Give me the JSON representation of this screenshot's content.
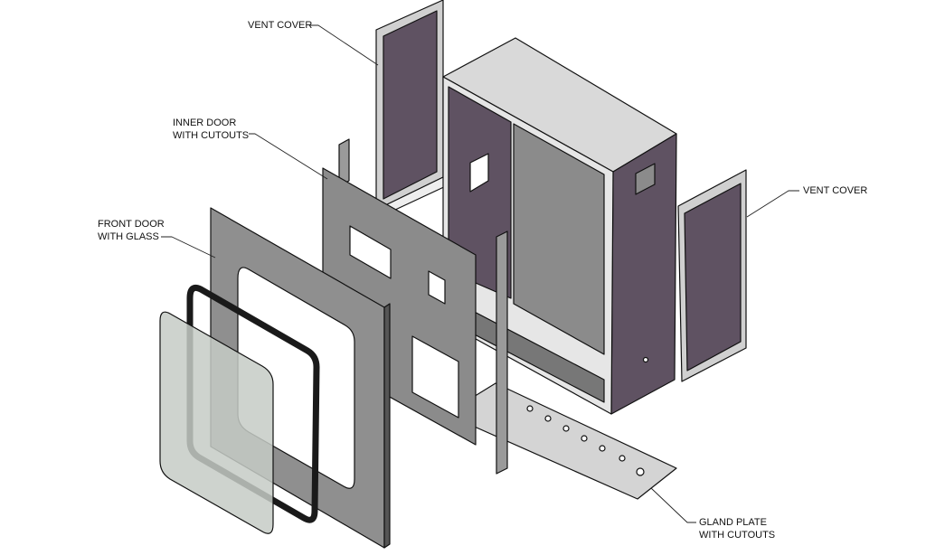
{
  "labels": {
    "vent_cover_left": "VENT COVER",
    "inner_door_1": "INNER DOOR",
    "inner_door_2": "WITH CUTOUTS",
    "front_door_1": "FRONT DOOR",
    "front_door_2": "WITH GLASS",
    "vent_cover_right": "VENT COVER",
    "gland_plate_1": "GLAND PLATE",
    "gland_plate_2": "WITH CUTOUTS"
  },
  "colors": {
    "panel_purple": "#5f5262",
    "panel_gray": "#8b8b8b",
    "top_gray": "#d9d9d9",
    "glass": "#c6cbc6",
    "gasket": "#1a1a1a"
  }
}
